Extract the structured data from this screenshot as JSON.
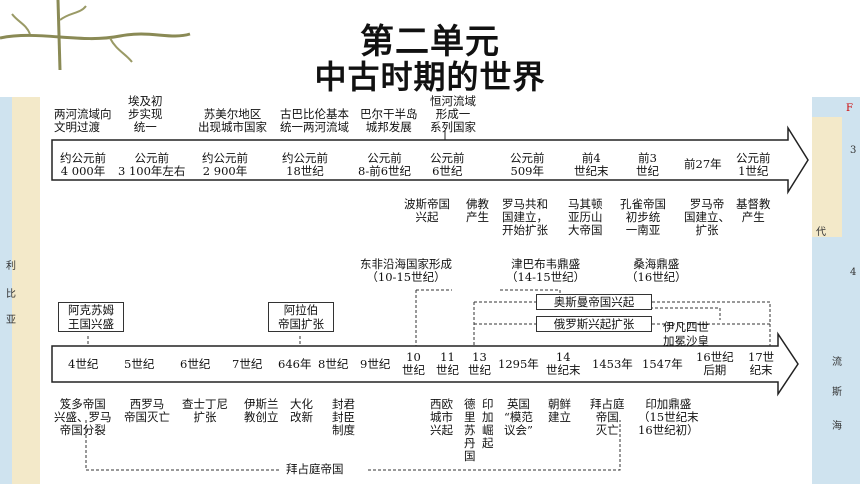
{
  "title": "第二单元",
  "subtitle": "中古时期的世界",
  "map_left_labels": [
    "利",
    "比",
    "亚"
  ],
  "map_right_labels": [
    "F",
    "3",
    "4",
    "代",
    "流",
    "斯",
    "海"
  ],
  "timeline1": {
    "above": [
      "两河流域向\n文明过渡",
      "埃及初\n步实现\n统一",
      "苏美尔地区\n出现城市国家",
      "古巴比伦基本\n统一两河流域",
      "巴尔干半岛\n城邦发展",
      "恒河流域\n形成一\n系列国家"
    ],
    "ticks": [
      "约公元前\n4 000年",
      "公元前\n3 100年左右",
      "约公元前\n2 900年",
      "约公元前\n18世纪",
      "公元前\n8-前6世纪",
      "公元前\n6世纪",
      "公元前\n509年",
      "前4\n世纪末",
      "前3\n世纪",
      "前27年",
      "公元前\n1世纪"
    ],
    "below": [
      "波斯帝国\n兴起",
      "佛教\n产生",
      "罗马共和\n国建立，\n开始扩张",
      "马其顿\n亚历山\n大帝国",
      "孔雀帝国\n初步统\n一南亚",
      "罗马帝\n国建立、\n扩张",
      "基督教\n产生"
    ]
  },
  "timeline2": {
    "top_labels": [
      "东非沿海国家形成\n（10-15世纪）",
      "津巴布韦鼎盛\n（14-15世纪）",
      "桑海鼎盛\n（16世纪）"
    ],
    "boxes": {
      "aksum": "阿克苏姆\n王国兴盛",
      "arab": "阿拉伯\n帝国扩张",
      "ottoman": "奥斯曼帝国兴起",
      "russia": "俄罗斯兴起扩张",
      "ivan": "伊凡四世\n加冕沙皇"
    },
    "ticks": [
      "4世纪",
      "5世纪",
      "6世纪",
      "7世纪",
      "646年",
      "8世纪",
      "9世纪",
      "10\n世纪",
      "11\n世纪",
      "13\n世纪",
      "1295年",
      "14\n世纪末",
      "1453年",
      "1547年",
      "16世纪\n后期",
      "17世\n纪末"
    ],
    "below": [
      "笈多帝国\n兴盛、罗马\n帝国分裂",
      "西罗马\n帝国灭亡",
      "查士丁尼\n扩张",
      "伊斯兰\n教创立",
      "大化\n改新",
      "封君\n封臣\n制度",
      "西欧\n城市\n兴起",
      "德\n里\n苏\n丹\n国",
      "印\n加\n崛\n起",
      "英国\n“模范\n议会”",
      "朝鲜\n建立",
      "拜占庭\n帝国\n灭亡",
      "印加鼎盛\n（15世纪末\n16世纪初）"
    ],
    "bottom_span": "拜占庭帝国"
  }
}
